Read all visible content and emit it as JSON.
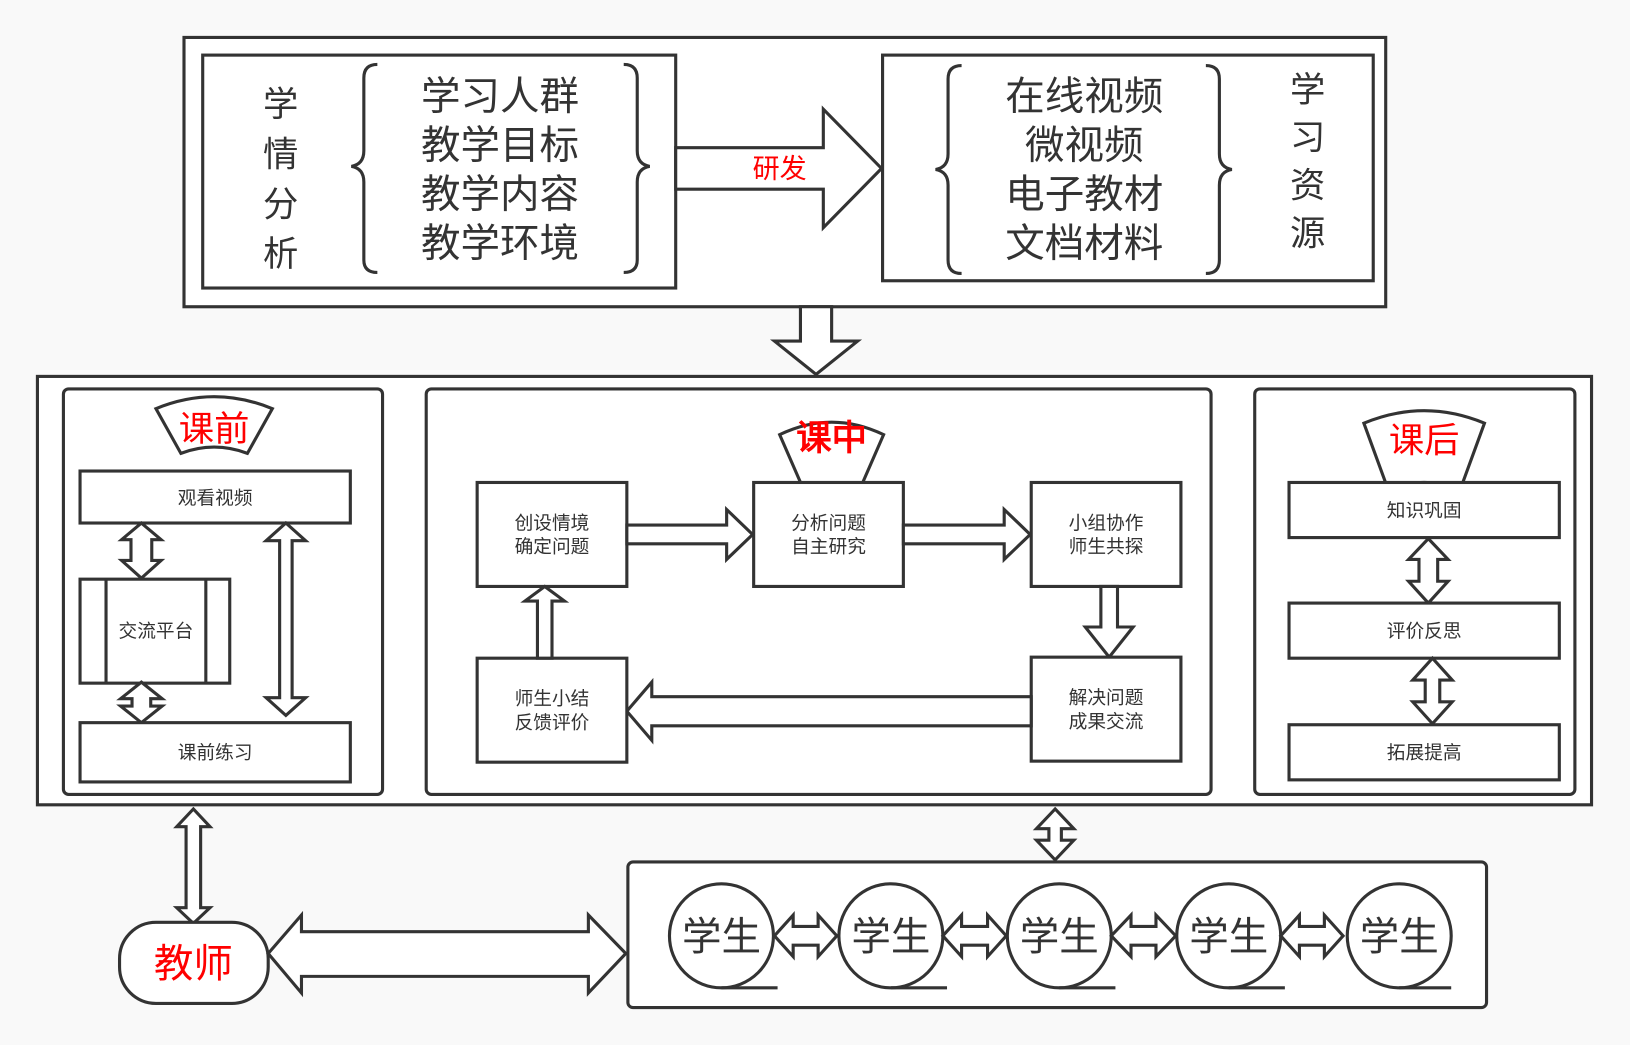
{
  "colors": {
    "accent": "#ff0000",
    "stroke": "#333333",
    "background": "#f9f9f9",
    "fill": "#ffffff"
  },
  "analysis": {
    "title_chars": [
      "学",
      "情",
      "分",
      "析"
    ],
    "items": [
      "学习人群",
      "教学目标",
      "教学内容",
      "教学环境"
    ]
  },
  "develop_label": "研发",
  "resources": {
    "title_chars": [
      "学",
      "习",
      "资",
      "源"
    ],
    "items": [
      "在线视频",
      "微视频",
      "电子教材",
      "文档材料"
    ]
  },
  "pre_class": {
    "title": "课前",
    "watch_video": "观看视频",
    "platform": "交流平台",
    "exercise": "课前练习"
  },
  "in_class": {
    "title": "课中",
    "steps": [
      {
        "line1": "创设情境",
        "line2": "确定问题"
      },
      {
        "line1": "分析问题",
        "line2": "自主研究"
      },
      {
        "line1": "小组协作",
        "line2": "师生共探"
      },
      {
        "line1": "解决问题",
        "line2": "成果交流"
      },
      {
        "line1": "师生小结",
        "line2": "反馈评价"
      }
    ]
  },
  "post_class": {
    "title": "课后",
    "items": [
      "知识巩固",
      "评价反思",
      "拓展提高"
    ]
  },
  "teacher": "教师",
  "students": [
    "学生",
    "学生",
    "学生",
    "学生",
    "学生"
  ]
}
